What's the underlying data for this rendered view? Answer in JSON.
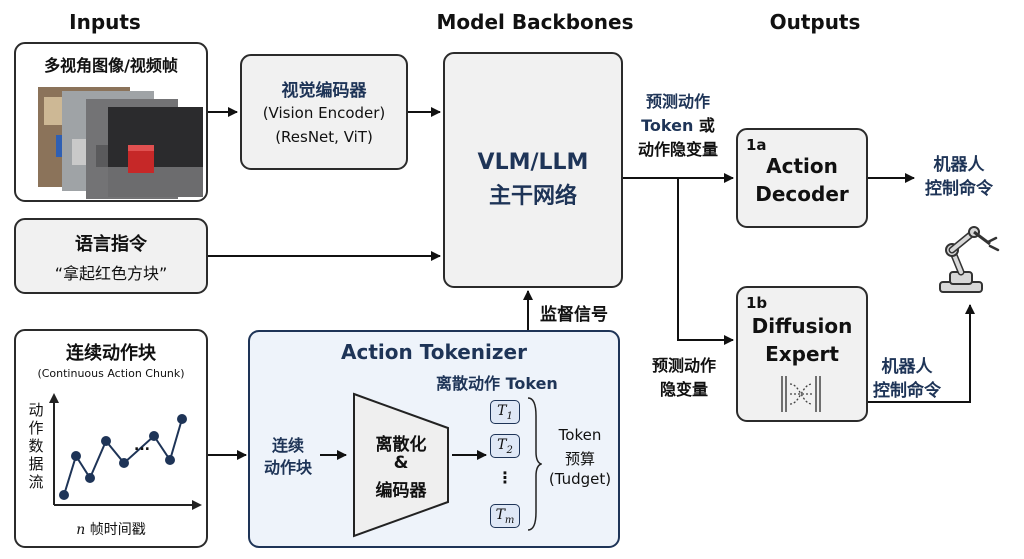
{
  "headers": {
    "inputs": "Inputs",
    "backbones": "Model Backbones",
    "outputs": "Outputs"
  },
  "multiview": {
    "title": "多视角图像/视频帧"
  },
  "vision_encoder": {
    "title": "视觉编码器",
    "sub1": "(Vision Encoder)",
    "sub2": "(ResNet, ViT)"
  },
  "language": {
    "title": "语言指令",
    "quote": "“拿起红色方块”"
  },
  "action_chunk": {
    "title": "连续动作块",
    "subtitle": "(Continuous Action Chunk)",
    "ylabel": [
      "动",
      "作",
      "数",
      "据",
      "流"
    ],
    "xlabel_var": "n",
    "xlabel_text": " 帧时间戳",
    "ellipsis": "..."
  },
  "backbone": {
    "line1": "VLM/LLM",
    "line2": "主干网络"
  },
  "supervision": "监督信号",
  "tokenizer": {
    "title": "Action Tokenizer",
    "discrete_label": "离散动作 Token",
    "left_label_1": "连续",
    "left_label_2": "动作块",
    "trap_line1": "离散化",
    "trap_line2": "&",
    "trap_line3": "编码器",
    "tokens": [
      "T1",
      "T2",
      "⋮",
      "Tm"
    ],
    "budget_1": "Token",
    "budget_2": "预算",
    "budget_3": "(Tudget)"
  },
  "pred_top": {
    "line1": "预测动作",
    "line2a": "Token",
    "line2b": " 或",
    "line3": "动作隐变量"
  },
  "pred_bottom": {
    "line1": "预测动作",
    "line2": "隐变量"
  },
  "decoder": {
    "tag": "1a",
    "line1": "Action",
    "line2": "Decoder"
  },
  "diffusion": {
    "tag": "1b",
    "line1": "Diffusion",
    "line2": "Expert"
  },
  "robot_cmd_top": {
    "line1": "机器人",
    "line2": "控制命令"
  },
  "robot_cmd_bottom": {
    "line1": "机器人",
    "line2": "控制命令"
  },
  "icons": {
    "robot": "robot-arm-icon",
    "diffusion": "diffusion-process-icon"
  },
  "colors": {
    "navy": "#1e3457",
    "box_border": "#2b2b2b",
    "tokenizer_bg": "#eef3fa",
    "cube_red": "#c62828"
  }
}
